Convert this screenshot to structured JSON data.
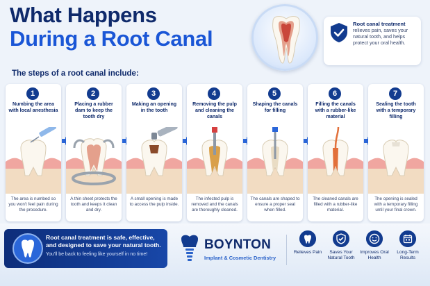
{
  "header": {
    "title_line1": "What Happens",
    "title_line2": "During a Root Canal"
  },
  "info_card": {
    "heading": "Root canal treatment",
    "body": "relieves pain, saves your natural tooth, and helps protect your oral health."
  },
  "steps_heading": "The steps of a root canal include:",
  "steps": [
    {
      "number": "1",
      "title": "Numbing the area with local anesthesia",
      "description": "The area is numbed so you won't feel pain during the procedure."
    },
    {
      "number": "2",
      "title": "Placing a rubber dam to keep the tooth dry",
      "description": "A thin sheet protects the tooth and keeps it clean and dry."
    },
    {
      "number": "3",
      "title": "Making an opening in the tooth",
      "description": "A small opening is made to access the pulp inside."
    },
    {
      "number": "4",
      "title": "Removing the pulp and cleaning the canals",
      "description": "The infected pulp is removed and the canals are thoroughly cleaned."
    },
    {
      "number": "5",
      "title": "Shaping the canals for filling",
      "description": "The canals are shaped to ensure a proper seal when filled."
    },
    {
      "number": "6",
      "title": "Filling the canals with a rubber-like material",
      "description": "The cleaned canals are filled with a rubber-like material."
    },
    {
      "number": "7",
      "title": "Sealing the tooth with a temporary filling",
      "description": "The opening is sealed with a temporary filling until your final crown."
    }
  ],
  "banner": {
    "line1": "Root canal treatment is safe, effective, and designed to save your natural tooth.",
    "line2": "You'll be back to feeling like yourself in no time!"
  },
  "brand": {
    "name": "BOYNTON",
    "subtitle": "Implant & Cosmetic Dentistry"
  },
  "benefits": [
    {
      "label": "Relieves Pain",
      "icon": "tooth-icon"
    },
    {
      "label": "Saves Your Natural Tooth",
      "icon": "shield-check-icon"
    },
    {
      "label": "Improves Oral Health",
      "icon": "smile-icon"
    },
    {
      "label": "Long-Term Results",
      "icon": "calendar-icon"
    }
  ],
  "colors": {
    "navy": "#0f2a6b",
    "accent_blue": "#1a56d6",
    "badge_blue": "#123b8f"
  }
}
